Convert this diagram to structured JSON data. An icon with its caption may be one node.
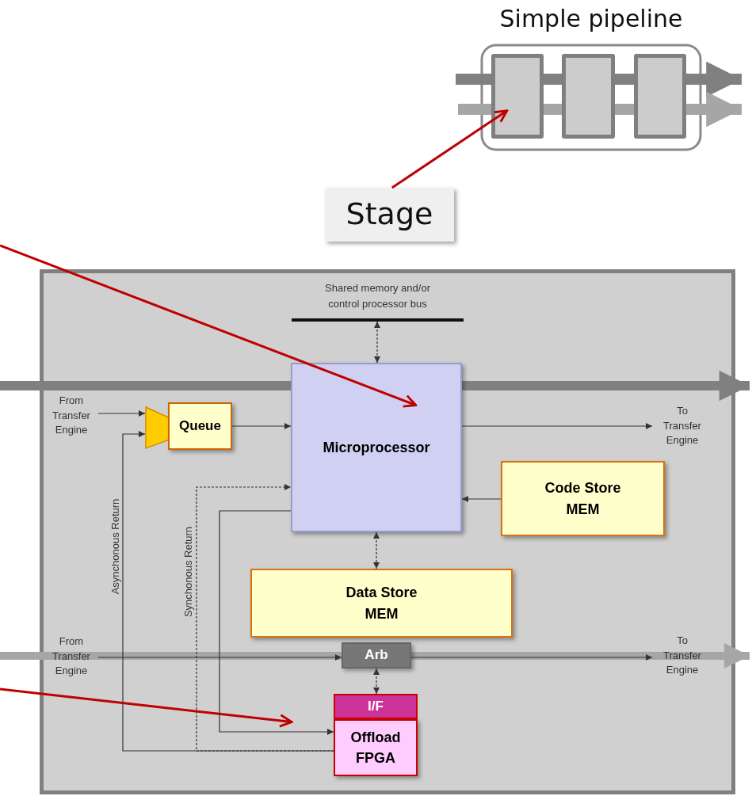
{
  "diagram": {
    "nodes": [
      {
        "text": [
          "Simple pipeline"
        ]
      },
      {
        "text": [],
        "shape": "box",
        "in": 0
      },
      {
        "text": [],
        "shape": "box",
        "in": 0
      },
      {
        "text": [],
        "shape": "box",
        "in": 0
      },
      {
        "text": [
          "Stage"
        ]
      },
      {
        "text": [],
        "shape": "box"
      },
      {
        "text": [
          "Shared memory and/or control processor bus"
        ],
        "in": 5
      },
      {
        "text": [
          "From Transfer Engine"
        ],
        "in": 5
      },
      {
        "text": [],
        "shape": "trapezoid",
        "in": 5
      },
      {
        "text": [
          "Queue"
        ],
        "in": 5
      },
      {
        "text": [
          "Microprocessor"
        ],
        "in": 5
      },
      {
        "text": [
          "To Transfer Engine"
        ],
        "in": 5
      },
      {
        "text": [
          "Code Store MEM"
        ],
        "in": 5
      },
      {
        "text": [
          "Data Store MEM"
        ],
        "in": 5
      },
      {
        "text": [
          "From Transfer Engine"
        ],
        "in": 5
      },
      {
        "text": [
          "Arb"
        ],
        "in": 5
      },
      {
        "text": [
          "To Transfer Engine"
        ],
        "in": 5
      },
      {
        "text": [
          "I/F"
        ],
        "in": 5
      },
      {
        "text": [
          "Offload FPGA"
        ],
        "in": 5
      }
    ],
    "edges": [
      {
        "from": 4,
        "to": 1,
        "arrow": "to",
        "color": "#c00000"
      },
      {
        "from": null,
        "to": 10,
        "arrow": "to",
        "color": "#c00000"
      },
      {
        "from": null,
        "to": 18,
        "arrow": "to",
        "color": "#c00000"
      },
      {
        "from": 6,
        "to": 10,
        "arrow": "both",
        "style": "dashed"
      },
      {
        "from": 7,
        "to": 8,
        "arrow": "to"
      },
      {
        "from": 9,
        "to": 10,
        "arrow": "to"
      },
      {
        "from": 10,
        "to": 11,
        "arrow": "to"
      },
      {
        "from": 12,
        "to": 10,
        "arrow": "to"
      },
      {
        "from": 10,
        "to": 13,
        "arrow": "both",
        "style": "dashed"
      },
      {
        "from": 14,
        "to": 15,
        "arrow": "to"
      },
      {
        "from": 15,
        "to": 16,
        "arrow": "to"
      },
      {
        "from": 15,
        "to": 17,
        "arrow": "both",
        "style": "dashed"
      },
      {
        "from": 18,
        "to": 8,
        "arrow": "to",
        "label": "Asynchonous Return"
      },
      {
        "from": 18,
        "to": 10,
        "arrow": "to",
        "label": "Synchonous Return",
        "style": "dashed"
      },
      {
        "from": 10,
        "to": 18,
        "arrow": "to"
      },
      {
        "from": null,
        "to": 1,
        "arrow": "none",
        "style": "thick",
        "color": "#808080"
      },
      {
        "from": 1,
        "to": 2,
        "arrow": "none",
        "style": "thick",
        "color": "#808080"
      },
      {
        "from": 2,
        "to": 3,
        "arrow": "none",
        "style": "thick",
        "color": "#808080"
      },
      {
        "from": 3,
        "to": null,
        "arrow": "to",
        "style": "thick",
        "color": "#808080"
      },
      {
        "from": null,
        "to": 1,
        "arrow": "none",
        "style": "thick",
        "color": "#a6a6a6"
      },
      {
        "from": 1,
        "to": 2,
        "arrow": "none",
        "style": "thick",
        "color": "#a6a6a6"
      },
      {
        "from": 2,
        "to": 3,
        "arrow": "none",
        "style": "thick",
        "color": "#a6a6a6"
      },
      {
        "from": 3,
        "to": null,
        "arrow": "to",
        "style": "thick",
        "color": "#a6a6a6"
      },
      {
        "from": null,
        "to": 10,
        "arrow": "none",
        "style": "thick",
        "color": "#808080"
      },
      {
        "from": 10,
        "to": null,
        "arrow": "to",
        "style": "thick",
        "color": "#808080"
      },
      {
        "from": null,
        "to": 15,
        "arrow": "none",
        "style": "thick",
        "color": "#a6a6a6"
      },
      {
        "from": 15,
        "to": null,
        "arrow": "to",
        "style": "thick",
        "color": "#a6a6a6"
      }
    ]
  }
}
